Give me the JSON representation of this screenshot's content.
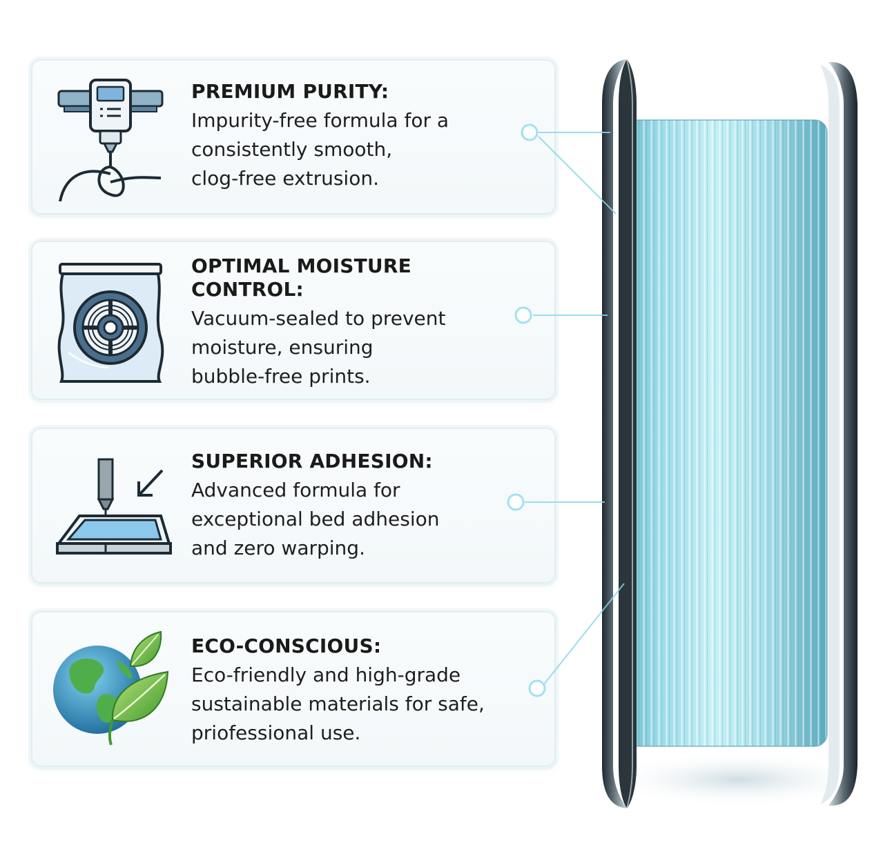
{
  "features": [
    {
      "icon": "extruder-nozzle-icon",
      "title": "PREMIUM PURITY:",
      "description": "Impurity-free formula for a\nconsistently smooth,\nclog-free extrusion."
    },
    {
      "icon": "vacuum-sealed-spool-icon",
      "title": "OPTIMAL MOISTURE\nCONTROL:",
      "description": "Vacuum-sealed to prevent\nmoisture, ensuring\nbubble-free prints."
    },
    {
      "icon": "print-bed-adhesion-icon",
      "title": "SUPERIOR ADHESION:",
      "description": "Advanced formula for\nexceptional bed adhesion\nand zero warping."
    },
    {
      "icon": "eco-globe-leaves-icon",
      "title": "ECO-CONSCIOUS:",
      "description": "Eco-friendly and high-grade\nsustainable materials for safe,\npriofessional use."
    }
  ],
  "colors": {
    "filament": "#a6dfea",
    "filament_dark": "#6fbccd",
    "flange": "#2e3a42",
    "accent": "#7fd3e6",
    "card_border": "#e1edf1"
  },
  "product_image": "filament-spool-image"
}
